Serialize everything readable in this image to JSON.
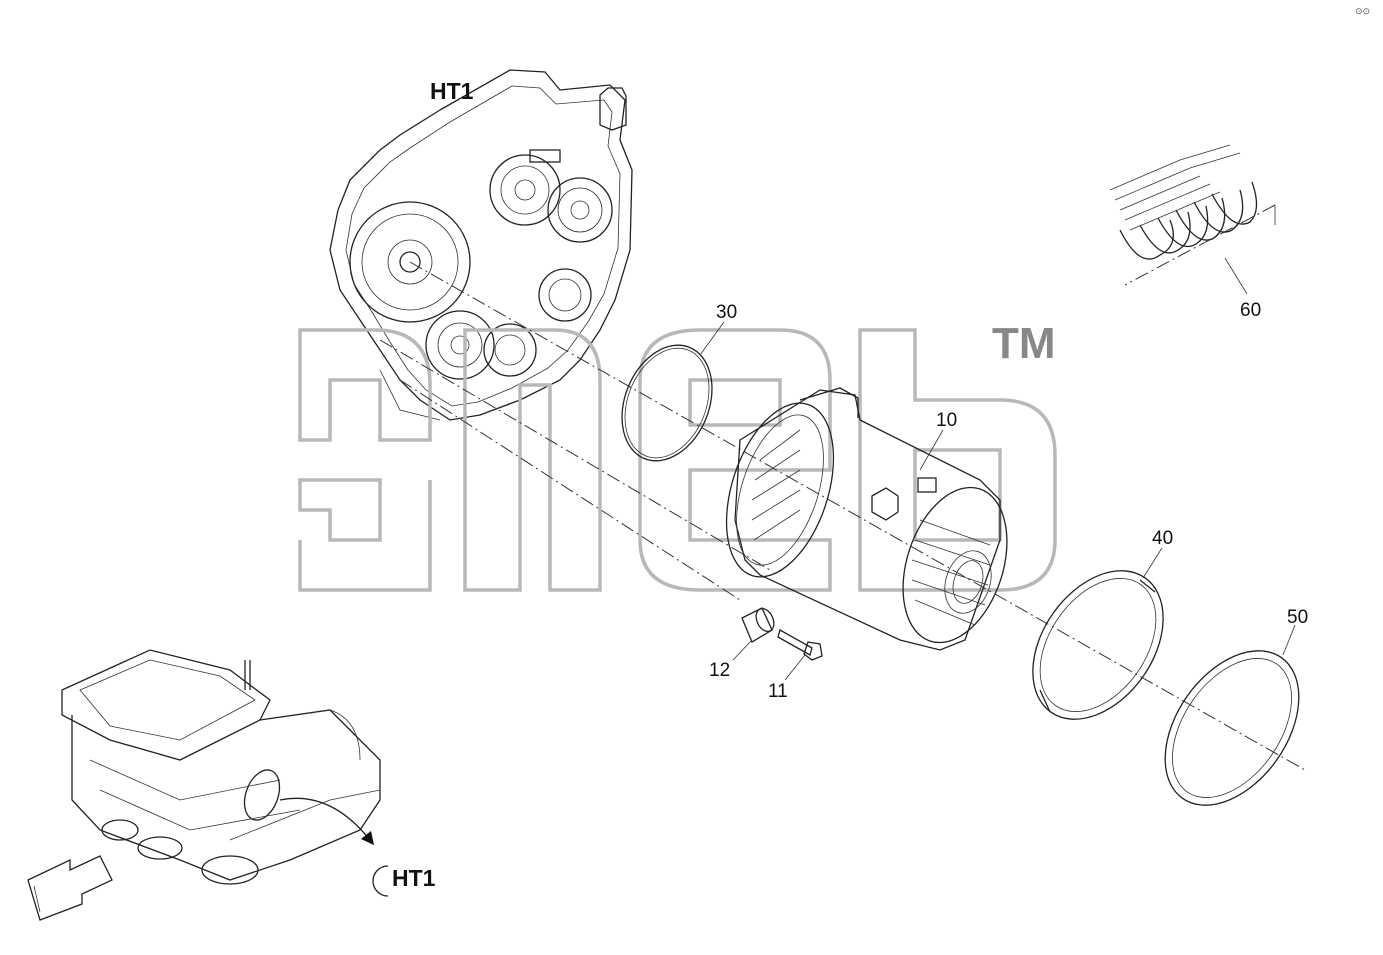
{
  "diagram": {
    "detail_label_top": "HT1",
    "detail_label_bottom": "HT1",
    "watermark_trademark": "TM",
    "callouts": {
      "p10": "10",
      "p11": "11",
      "p12": "12",
      "p30": "30",
      "p40": "40",
      "p50": "50",
      "p60": "60"
    },
    "corner_mark": "⊙⊙"
  },
  "colors": {
    "line": "#222222",
    "watermark": "#b8b8b8",
    "background": "#ffffff"
  }
}
